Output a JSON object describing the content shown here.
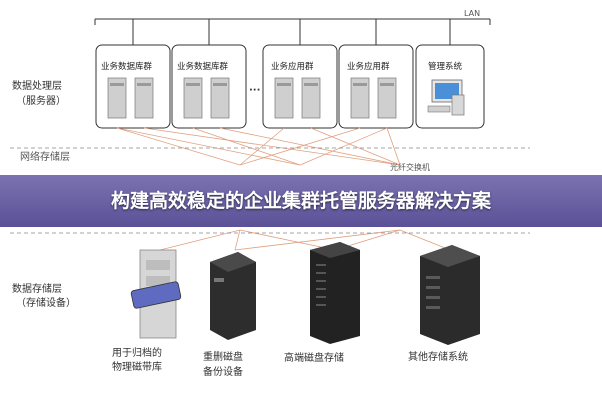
{
  "lan_label": "LAN",
  "layers": {
    "processing": "数据处理层",
    "processing_sub": "（服务器）",
    "network": "网络存储层",
    "storage": "数据存储层",
    "storage_sub": "（存储设备）"
  },
  "server_groups": [
    "业务数据库群",
    "业务数据库群",
    "业务应用群",
    "业务应用群",
    "管理系统"
  ],
  "ellipsis": "···",
  "switch_label": "光纤交换机",
  "storage_devices": [
    {
      "line1": "用于归档的",
      "line2": "物理磁带库"
    },
    {
      "line1": "重删磁盘",
      "line2": "备份设备"
    },
    {
      "line1": "高端磁盘存储",
      "line2": ""
    },
    {
      "line1": "其他存储系统",
      "line2": ""
    }
  ],
  "banner_text": "构建高效稳定的企业集群托管服务器解决方案",
  "colors": {
    "banner": "#5a50a0",
    "lines": "#e0a080",
    "rack": "#2a2a2a"
  }
}
